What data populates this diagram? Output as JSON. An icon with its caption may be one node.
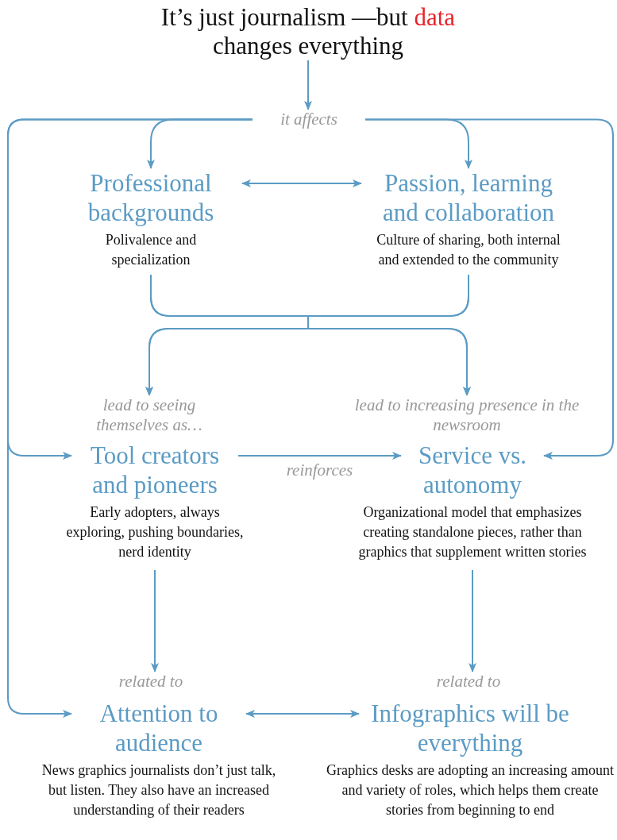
{
  "diagram": {
    "nodes": [
      {
        "text": [
          "It’s just journalism —but *data* changes everything"
        ]
      },
      {
        "text": [
          "it affects"
        ]
      },
      {
        "text": [
          "Professional backgrounds",
          "Polivalence and specialization"
        ]
      },
      {
        "text": [
          "Passion, learning and collaboration",
          "Culture of sharing, both internal and extended to the community"
        ]
      },
      {
        "text": [
          "lead to seeing themselves as…"
        ]
      },
      {
        "text": [
          "lead to increasing presence in the newsroom"
        ]
      },
      {
        "text": [
          "Tool creators and pioneers",
          "Early adopters, always exploring, pushing boundaries, nerd identity"
        ]
      },
      {
        "text": [
          "Service vs. autonomy",
          "Organizational model that emphasizes creating standalone pieces, rather than graphics that supplement written stories"
        ]
      },
      {
        "text": [
          "related to"
        ]
      },
      {
        "text": [
          "related to"
        ]
      },
      {
        "text": [
          "Attention to audience",
          "News graphics journalists don’t just talk, but listen. They also have an increased understanding of their readers"
        ]
      },
      {
        "text": [
          "Infographics will be everything",
          "Graphics desks are adopting an increasing amount and variety of roles, which helps them create stories from beginning to end"
        ]
      }
    ],
    "edges": [
      {
        "from": 0,
        "to": 1,
        "arrow": "to"
      },
      {
        "from": 1,
        "to": 2,
        "arrow": "to"
      },
      {
        "from": 1,
        "to": 3,
        "arrow": "to"
      },
      {
        "from": 2,
        "to": 3,
        "arrow": "both"
      },
      {
        "from": 2,
        "to": 4,
        "arrow": "to"
      },
      {
        "from": 3,
        "to": 4,
        "arrow": "to"
      },
      {
        "from": 2,
        "to": 5,
        "arrow": "to"
      },
      {
        "from": 3,
        "to": 5,
        "arrow": "to"
      },
      {
        "from": 1,
        "to": 6,
        "arrow": "to"
      },
      {
        "from": 1,
        "to": 10,
        "arrow": "to"
      },
      {
        "from": 1,
        "to": 7,
        "arrow": "to"
      },
      {
        "from": 6,
        "to": 7,
        "arrow": "to",
        "label": "reinforces"
      },
      {
        "from": 6,
        "to": 8,
        "arrow": "to"
      },
      {
        "from": 7,
        "to": 9,
        "arrow": "to"
      },
      {
        "from": 10,
        "to": 11,
        "arrow": "both"
      }
    ]
  }
}
